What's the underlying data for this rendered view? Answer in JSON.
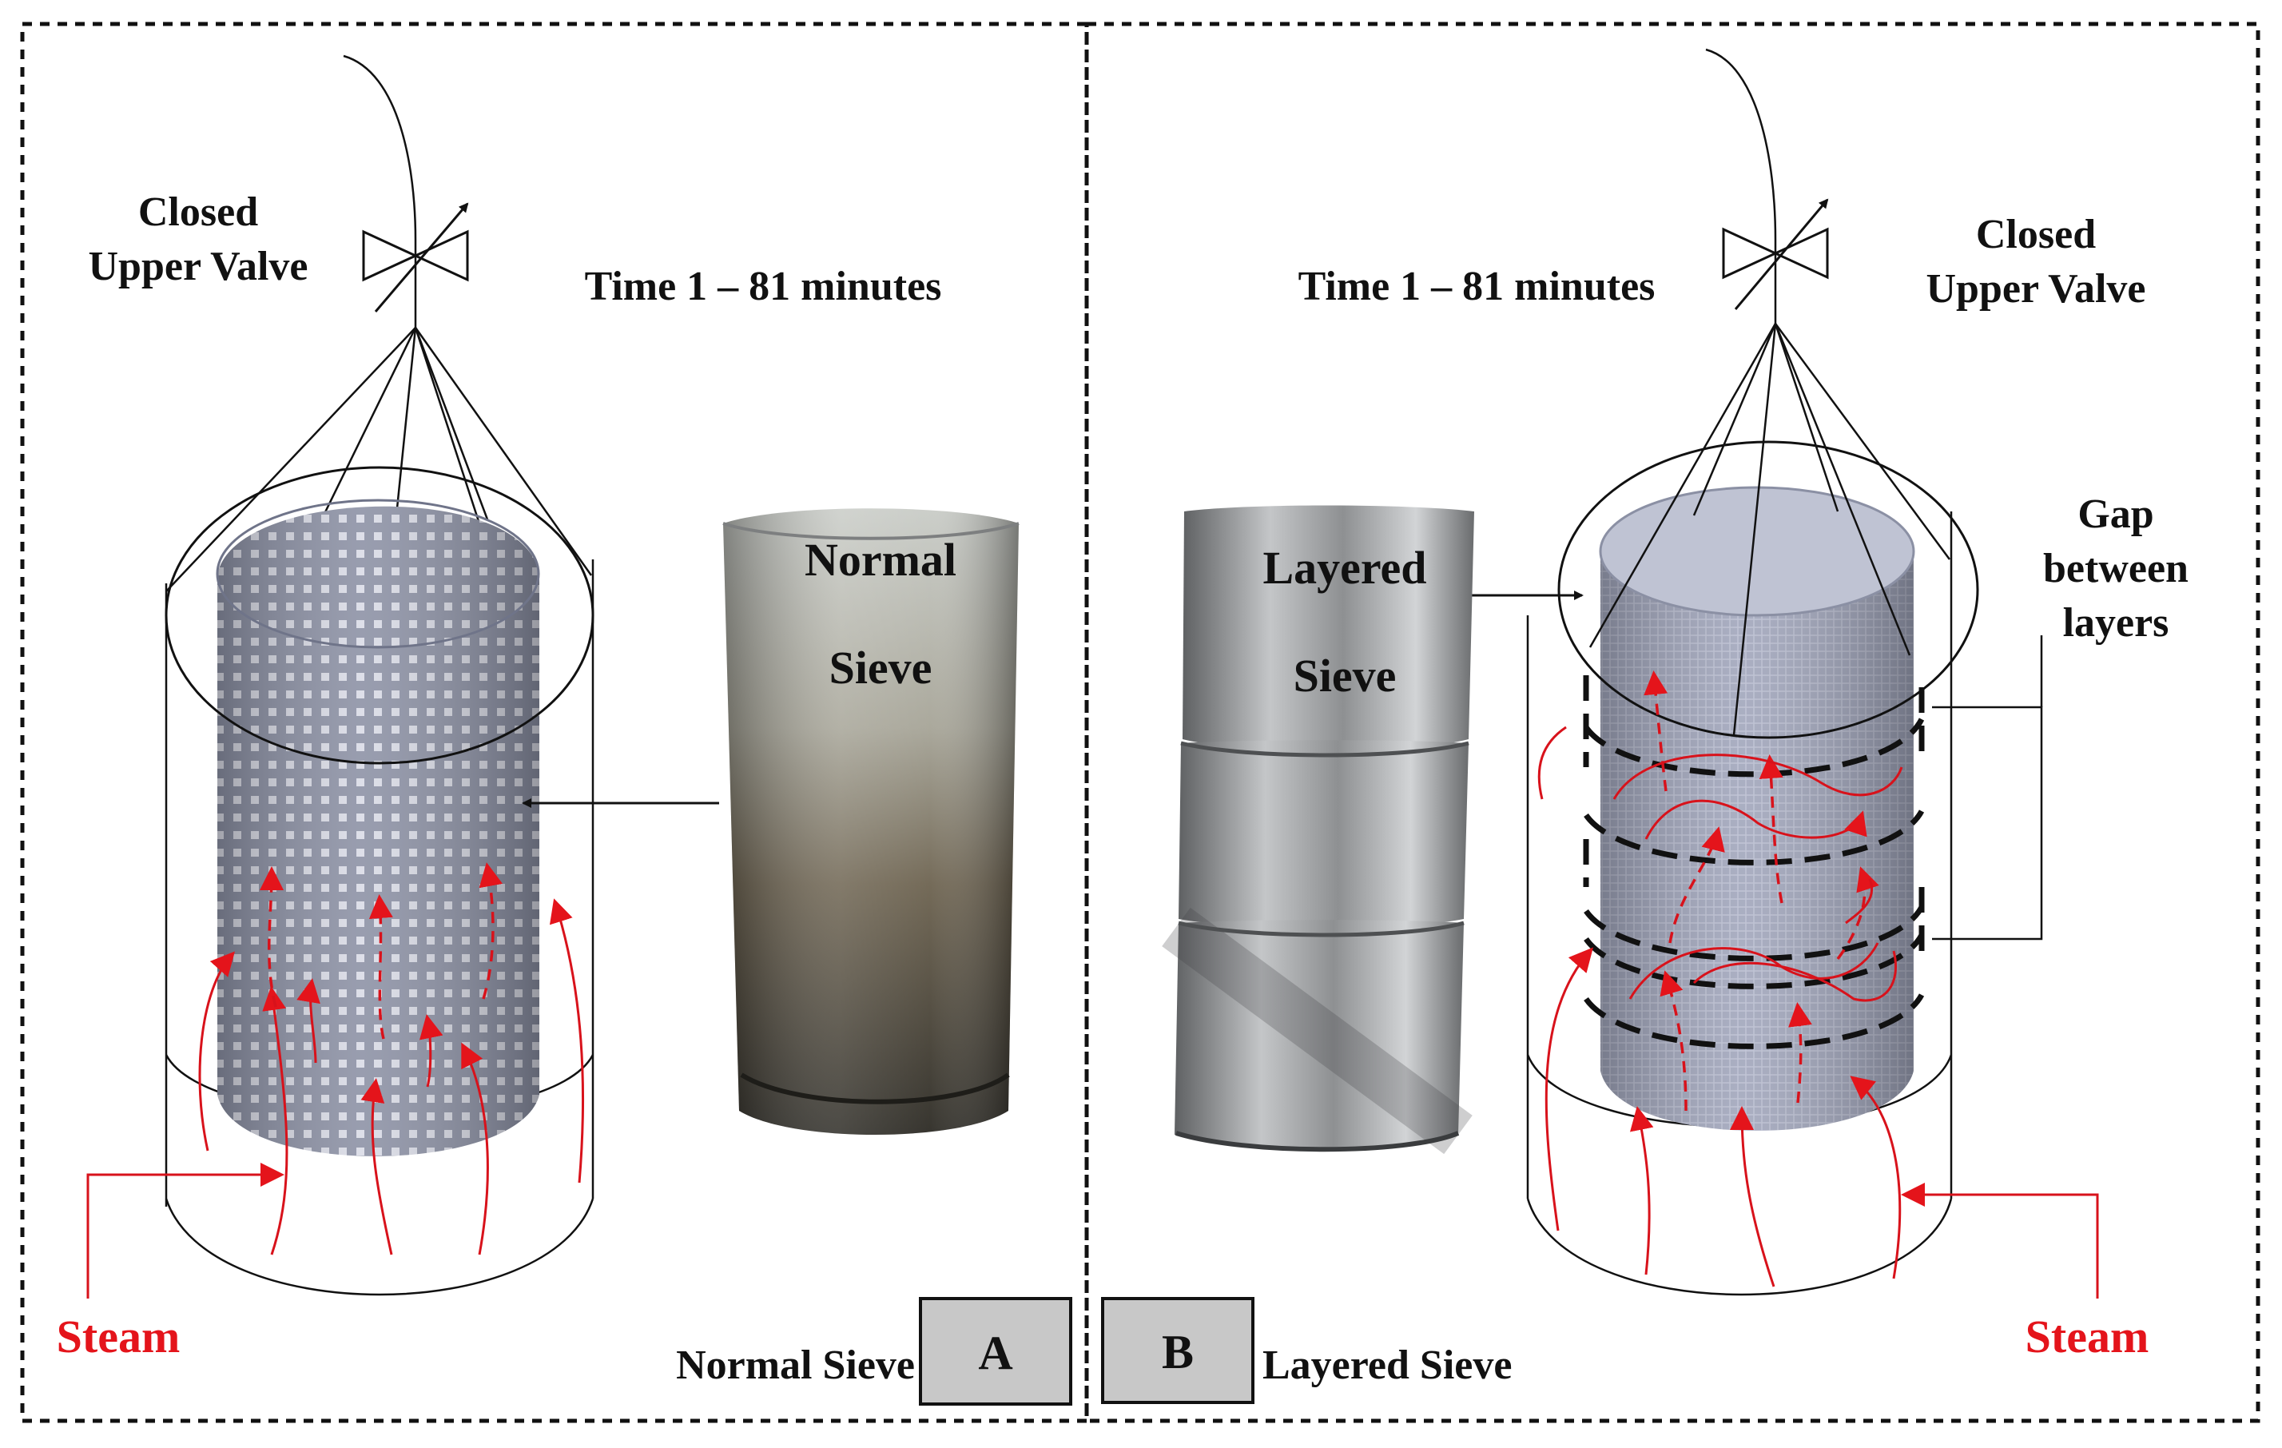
{
  "panel_a": {
    "valve_label_line1": "Closed",
    "valve_label_line2": "Upper Valve",
    "time_label": "Time 1 – 81 minutes",
    "photo_label_line1": "Normal",
    "photo_label_line2": "Sieve",
    "steam_label": "Steam",
    "caption": "Normal Sieve",
    "badge": "A"
  },
  "panel_b": {
    "valve_label_line1": "Closed",
    "valve_label_line2": "Upper Valve",
    "time_label": "Time 1 – 81 minutes",
    "photo_label_line1": "Layered",
    "photo_label_line2": "Sieve",
    "gap_label_line1": "Gap",
    "gap_label_line2": "between",
    "gap_label_line3": "layers",
    "steam_label": "Steam",
    "caption": "Layered Sieve",
    "badge": "B"
  },
  "colors": {
    "steam": "#e4141b",
    "sieve": "#8f95a8",
    "badge_fill": "#c8c8c8",
    "frame": "#111111"
  }
}
